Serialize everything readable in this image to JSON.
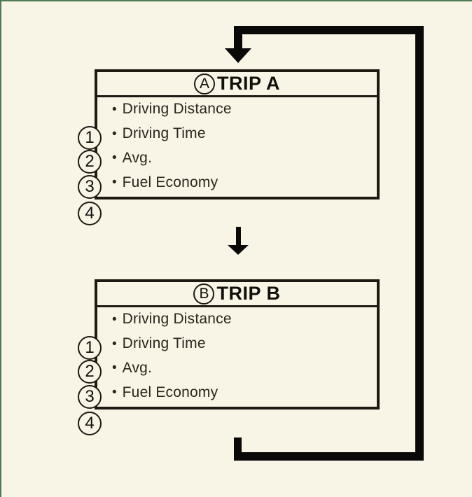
{
  "page": {
    "background_color": "#f8f5e6",
    "frame_border_color": "#4e7b56",
    "line_color": "#0a0908",
    "box_border_color": "#1e1913",
    "title_color": "#13100c",
    "text_color": "#2b251d",
    "badge_fill_color": "#f8f5e6"
  },
  "diagram": {
    "boxes": [
      {
        "badge": "A",
        "title": "TRIP A",
        "items": [
          {
            "number": "1",
            "bullet": "•",
            "label": "Driving Distance"
          },
          {
            "number": "2",
            "bullet": "•",
            "label": "Driving Time"
          },
          {
            "number": "3",
            "bullet": "•",
            "label": "Avg."
          },
          {
            "number": "4",
            "bullet": "•",
            "label": "Fuel Economy"
          }
        ]
      },
      {
        "badge": "B",
        "title": "TRIP B",
        "items": [
          {
            "number": "1",
            "bullet": "•",
            "label": "Driving Distance"
          },
          {
            "number": "2",
            "bullet": "•",
            "label": "Driving Time"
          },
          {
            "number": "3",
            "bullet": "•",
            "label": "Avg."
          },
          {
            "number": "4",
            "bullet": "•",
            "label": "Fuel Economy"
          }
        ]
      }
    ]
  }
}
